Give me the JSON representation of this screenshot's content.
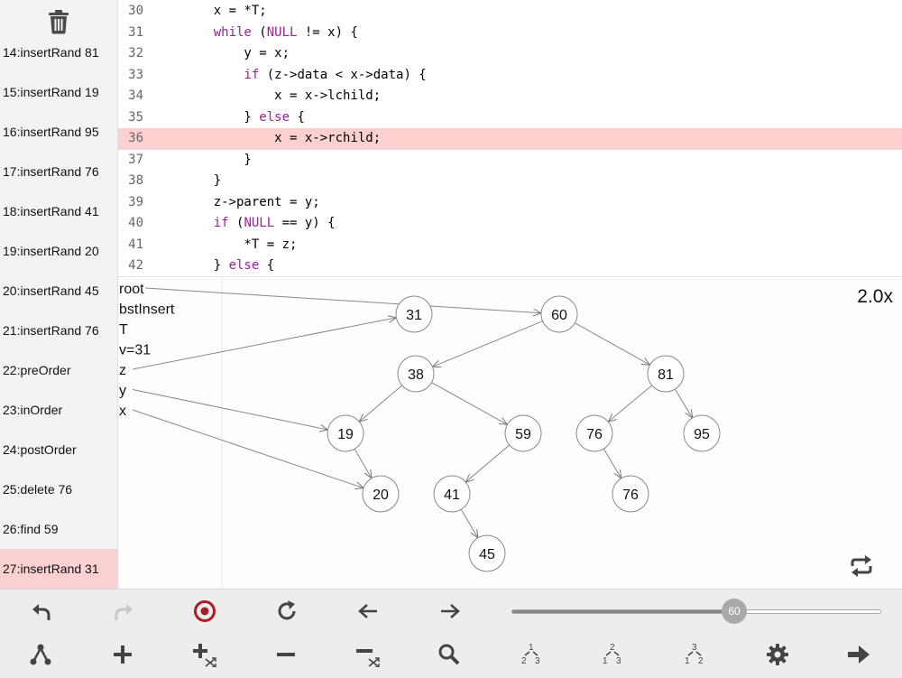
{
  "history": [
    {
      "label": "14:insertRand 81"
    },
    {
      "label": "15:insertRand 19"
    },
    {
      "label": "16:insertRand 95"
    },
    {
      "label": "17:insertRand 76"
    },
    {
      "label": "18:insertRand 41"
    },
    {
      "label": "19:insertRand 20"
    },
    {
      "label": "20:insertRand 45"
    },
    {
      "label": "21:insertRand 76"
    },
    {
      "label": "22:preOrder"
    },
    {
      "label": "23:inOrder"
    },
    {
      "label": "24:postOrder"
    },
    {
      "label": "25:delete 76"
    },
    {
      "label": "26:find 59"
    },
    {
      "label": "27:insertRand 31",
      "active": true
    }
  ],
  "code": {
    "highlight_line": "36",
    "lines": [
      {
        "n": "30",
        "t": "    x = *T;"
      },
      {
        "n": "31",
        "t": "    while (NULL != x) {"
      },
      {
        "n": "32",
        "t": "        y = x;"
      },
      {
        "n": "33",
        "t": "        if (z->data < x->data) {"
      },
      {
        "n": "34",
        "t": "            x = x->lchild;"
      },
      {
        "n": "35",
        "t": "        } else {"
      },
      {
        "n": "36",
        "t": "            x = x->rchild;"
      },
      {
        "n": "37",
        "t": "        }"
      },
      {
        "n": "38",
        "t": "    }"
      },
      {
        "n": "39",
        "t": "    z->parent = y;"
      },
      {
        "n": "40",
        "t": "    if (NULL == y) {"
      },
      {
        "n": "41",
        "t": "        *T = z;"
      },
      {
        "n": "42",
        "t": "    } else {"
      }
    ],
    "keywords": [
      "while",
      "if",
      "else",
      "NULL"
    ]
  },
  "viz": {
    "zoom": "2.0x",
    "variables": [
      "root",
      "bstInsert",
      "T",
      "v=31",
      "z",
      "y",
      "x"
    ],
    "nodes": [
      {
        "id": "n31",
        "label": "31"
      },
      {
        "id": "n60",
        "label": "60"
      },
      {
        "id": "n38",
        "label": "38"
      },
      {
        "id": "n81",
        "label": "81"
      },
      {
        "id": "n19",
        "label": "19"
      },
      {
        "id": "n59",
        "label": "59"
      },
      {
        "id": "n76a",
        "label": "76"
      },
      {
        "id": "n95",
        "label": "95"
      },
      {
        "id": "n20",
        "label": "20"
      },
      {
        "id": "n41",
        "label": "41"
      },
      {
        "id": "n76b",
        "label": "76"
      },
      {
        "id": "n45",
        "label": "45"
      }
    ],
    "edges": [
      [
        "n60",
        "n38"
      ],
      [
        "n60",
        "n81"
      ],
      [
        "n38",
        "n19"
      ],
      [
        "n38",
        "n59"
      ],
      [
        "n81",
        "n76a"
      ],
      [
        "n81",
        "n95"
      ],
      [
        "n19",
        "n20"
      ],
      [
        "n59",
        "n41"
      ],
      [
        "n76a",
        "n76b"
      ],
      [
        "n41",
        "n45"
      ]
    ],
    "pointers": [
      [
        "root",
        "n60"
      ],
      [
        "z",
        "n31"
      ],
      [
        "y",
        "n19"
      ],
      [
        "x",
        "n20"
      ]
    ]
  },
  "toolbar": {
    "slider_value": "60",
    "slider_fraction": 0.6,
    "row1": [
      "undo-icon",
      "redo-icon",
      "record-icon",
      "refresh-icon",
      "arrow-left-icon",
      "arrow-right-icon"
    ],
    "row2": [
      "tree-icon",
      "plus-icon",
      "plus-random-icon",
      "minus-icon",
      "minus-random-icon",
      "search-icon",
      "preorder-icon",
      "inorder-icon",
      "postorder-icon",
      "gear-icon",
      "next-arrow-icon"
    ]
  },
  "colors": {
    "accent_red": "#a81e24",
    "highlight": "#fdd0d0",
    "keyword": "#a11c9a"
  }
}
